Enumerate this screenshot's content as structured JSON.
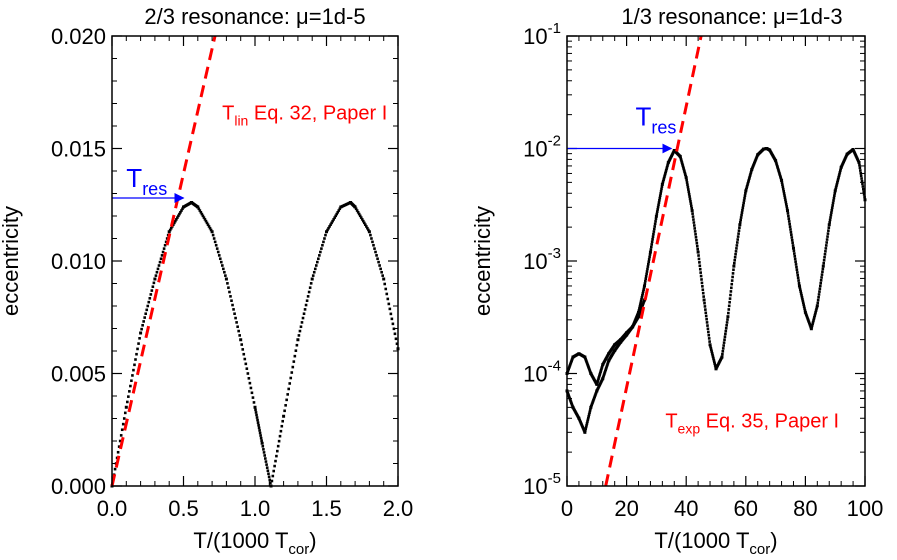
{
  "figure": {
    "left_title": "2/3 resonance: μ=1d-5",
    "right_title": "1/3 resonance: μ=1d-3"
  },
  "chart_data": [
    {
      "type": "scatter",
      "title": "2/3 resonance: μ=1d-5",
      "xlabel_main": "T/(1000 T",
      "xlabel_sub": "cor",
      "xlabel_close": ")",
      "ylabel": "eccentricity",
      "xlim": [
        0,
        2
      ],
      "ylim": [
        0,
        0.02
      ],
      "yscale": "linear",
      "x_ticks": [
        0.0,
        0.5,
        1.0,
        1.5,
        2.0
      ],
      "x_tick_labels": [
        "0.0",
        "0.5",
        "1.0",
        "1.5",
        "2.0"
      ],
      "y_ticks": [
        0.0,
        0.005,
        0.01,
        0.015,
        0.02
      ],
      "y_tick_labels": [
        "0.000",
        "0.005",
        "0.010",
        "0.015",
        "0.020"
      ],
      "series": [
        {
          "style": "dots",
          "color": "#000000",
          "x": [
            0.0,
            0.1,
            0.2,
            0.3,
            0.4,
            0.5,
            0.556,
            0.6,
            0.7,
            0.8,
            0.9,
            1.0,
            1.05,
            1.112,
            1.2,
            1.3,
            1.4,
            1.5,
            1.6,
            1.668,
            1.7,
            1.8,
            1.9,
            2.0
          ],
          "y": [
            0.0,
            0.0035,
            0.0068,
            0.0092,
            0.0113,
            0.0124,
            0.0126,
            0.0124,
            0.0113,
            0.0092,
            0.0065,
            0.0035,
            0.0019,
            0.0,
            0.0031,
            0.0065,
            0.0092,
            0.0113,
            0.0124,
            0.0126,
            0.0124,
            0.0113,
            0.0092,
            0.0061
          ]
        },
        {
          "style": "dashed",
          "color": "#ff0000",
          "x": [
            0.0,
            0.72
          ],
          "y": [
            0.0,
            0.02
          ]
        }
      ],
      "annotations": [
        {
          "kind": "label",
          "main": "T",
          "sub": "lin",
          "rest": "  Eq. 32, Paper I",
          "color": "#ff0000",
          "x": 0.77,
          "y": 0.0163
        },
        {
          "kind": "label",
          "main": "T",
          "sub": "res",
          "rest": "",
          "color": "#0000ff",
          "x": 0.1,
          "y": 0.0133
        },
        {
          "kind": "arrow",
          "color": "#0000ff",
          "x1": 0.0,
          "x2": 0.5,
          "y": 0.0128
        }
      ]
    },
    {
      "type": "scatter",
      "title": "1/3 resonance: μ=1d-3",
      "xlabel_main": "T/(1000 T",
      "xlabel_sub": "cor",
      "xlabel_close": ")",
      "ylabel": "eccentricity",
      "xlim": [
        0,
        100
      ],
      "ylim": [
        1e-05,
        0.1
      ],
      "yscale": "log",
      "x_ticks": [
        0,
        20,
        40,
        60,
        80,
        100
      ],
      "x_tick_labels": [
        "0",
        "20",
        "40",
        "60",
        "80",
        "100"
      ],
      "y_ticks": [
        1e-05,
        0.0001,
        0.001,
        0.01,
        0.1
      ],
      "y_tick_labels": [
        {
          "base": "10",
          "exp": "-5"
        },
        {
          "base": "10",
          "exp": "-4"
        },
        {
          "base": "10",
          "exp": "-3"
        },
        {
          "base": "10",
          "exp": "-2"
        },
        {
          "base": "10",
          "exp": "-1"
        }
      ],
      "series": [
        {
          "style": "dots",
          "color": "#000000",
          "x": [
            0,
            2,
            4,
            6,
            8,
            10,
            12,
            14,
            16,
            18,
            20,
            22,
            24,
            26,
            28,
            30,
            32,
            34,
            36,
            38,
            40,
            42,
            44,
            46,
            48,
            50,
            52,
            54,
            56,
            58,
            60,
            62,
            64,
            66,
            67,
            68,
            70,
            72,
            74,
            76,
            78,
            80,
            82,
            84,
            86,
            88,
            90,
            92,
            94,
            96,
            98,
            100
          ],
          "y": [
            0.0001,
            0.00014,
            0.00015,
            0.00014,
            0.0001,
            8e-05,
            0.00012,
            0.00015,
            0.00018,
            0.0002,
            0.00023,
            0.00026,
            0.00035,
            0.0006,
            0.0012,
            0.0025,
            0.0048,
            0.0075,
            0.0096,
            0.0085,
            0.0055,
            0.0028,
            0.0012,
            0.00045,
            0.00018,
            0.00011,
            0.00014,
            0.00032,
            0.0009,
            0.0021,
            0.0042,
            0.0065,
            0.0088,
            0.0099,
            0.01,
            0.0097,
            0.0078,
            0.0052,
            0.0028,
            0.0013,
            0.0006,
            0.00035,
            0.00025,
            0.0004,
            0.0009,
            0.0021,
            0.0042,
            0.0068,
            0.0089,
            0.0098,
            0.0075,
            0.0035
          ]
        },
        {
          "style": "dots",
          "color": "#000000",
          "x": [
            0,
            2,
            4,
            6,
            8,
            10,
            12,
            14,
            16,
            18,
            20,
            22,
            24,
            26
          ],
          "y": [
            7e-05,
            5e-05,
            4e-05,
            3e-05,
            5e-05,
            7e-05,
            9e-05,
            0.00013,
            0.00016,
            0.00019,
            0.00022,
            0.00026,
            0.00032,
            0.00045
          ]
        },
        {
          "style": "dashed",
          "color": "#ff0000",
          "x": [
            13,
            45
          ],
          "y": [
            1e-05,
            0.1
          ]
        }
      ],
      "annotations": [
        {
          "kind": "label",
          "main": "T",
          "sub": "exp",
          "rest": "  Eq. 35, Paper I",
          "color": "#ff0000",
          "x": 33,
          "y": 3.3e-05
        },
        {
          "kind": "label",
          "main": "T",
          "sub": "res",
          "rest": "",
          "color": "#0000ff",
          "x": 23,
          "y": 0.016
        },
        {
          "kind": "arrow",
          "color": "#0000ff",
          "x1": 0,
          "x2": 35,
          "y": 0.01
        }
      ]
    }
  ]
}
